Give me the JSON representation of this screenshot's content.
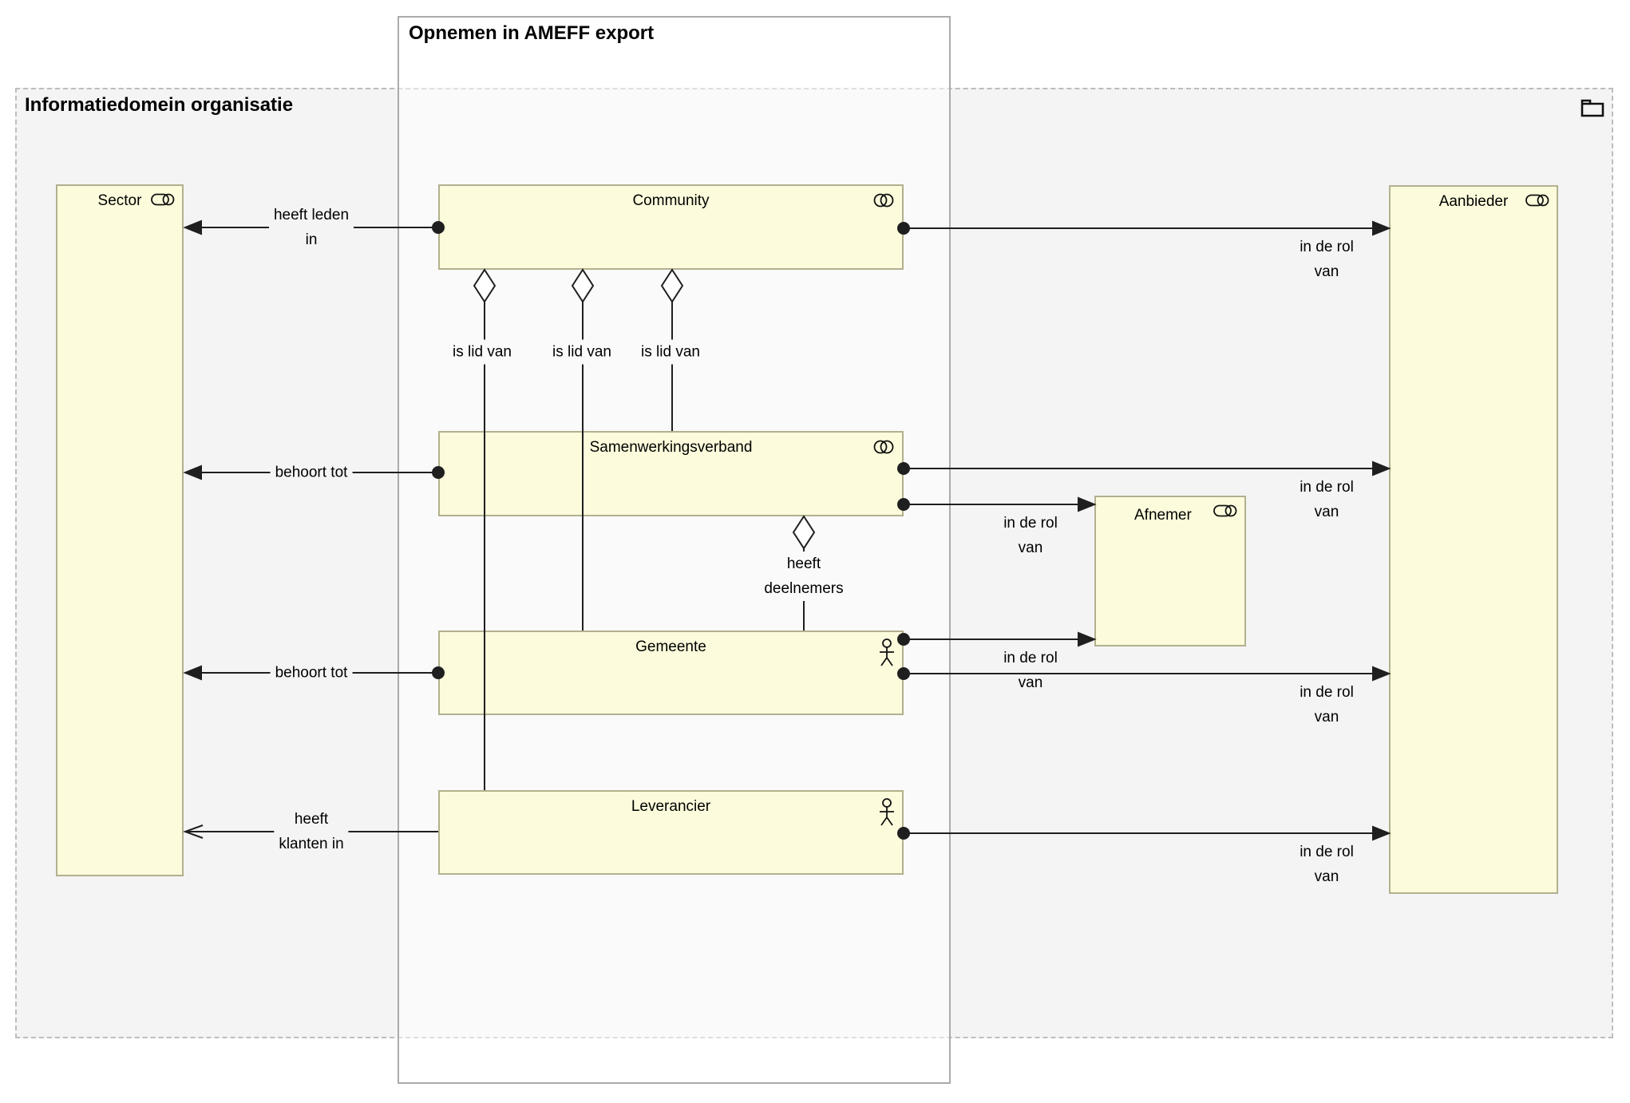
{
  "groups": {
    "outer": {
      "title": "Informatiedomein organisatie",
      "icon": "folder"
    },
    "ameff": {
      "title": "Opnemen in AMEFF export"
    }
  },
  "elements": {
    "sector": {
      "label": "Sector"
    },
    "community": {
      "label": "Community"
    },
    "samenwerkingsverband": {
      "label": "Samenwerkingsverband"
    },
    "gemeente": {
      "label": "Gemeente"
    },
    "leverancier": {
      "label": "Leverancier"
    },
    "afnemer": {
      "label": "Afnemer"
    },
    "aanbieder": {
      "label": "Aanbieder"
    }
  },
  "relations": {
    "heeft_leden_in": {
      "label": "heeft leden\nin"
    },
    "behoort_tot": {
      "label": "behoort tot"
    },
    "heeft_klanten_in": {
      "label": "heeft\nklanten in"
    },
    "is_lid_van": {
      "label": "is lid van"
    },
    "heeft_deelnemers": {
      "label": "heeft\ndeelnemers"
    },
    "in_de_rol_van": {
      "label": "in de rol\nvan"
    }
  },
  "colors": {
    "element_fill": "#fcfcdc",
    "element_border": "#b2b08e",
    "group_fill": "#f4f4f4",
    "relation_line": "#1f1f1f"
  }
}
